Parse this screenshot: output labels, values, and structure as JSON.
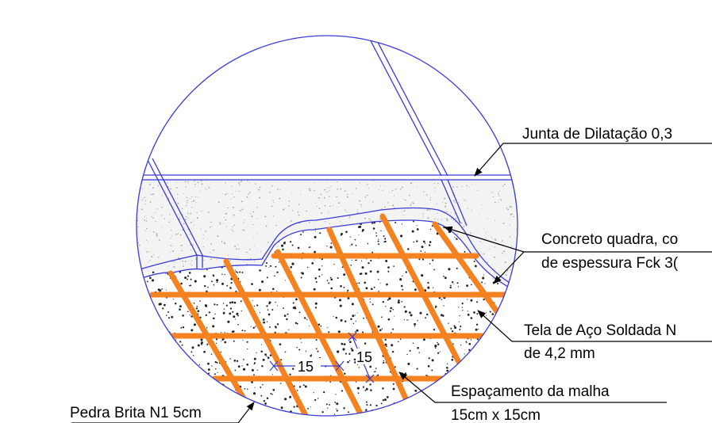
{
  "labels": {
    "joint": "Junta de Dilatação 0,3",
    "concrete_line1": "Concreto quadra, co",
    "concrete_line2": "de espessura Fck 3(",
    "mesh_line1": "Tela de Aço Soldada N",
    "mesh_line2": "de 4,2 mm",
    "spacing_line1": "Espaçamento da malha",
    "spacing_line2": "15cm x 15cm",
    "stone": "Pedra Brita N1 5cm"
  },
  "dimensions": {
    "horizontal": "15",
    "vertical": "15"
  },
  "colors": {
    "outline": "#3a3ad6",
    "rebar": "#f58220",
    "concrete_fill": "#f2f2f2",
    "leader": "#000000",
    "speckle": "#222222"
  }
}
